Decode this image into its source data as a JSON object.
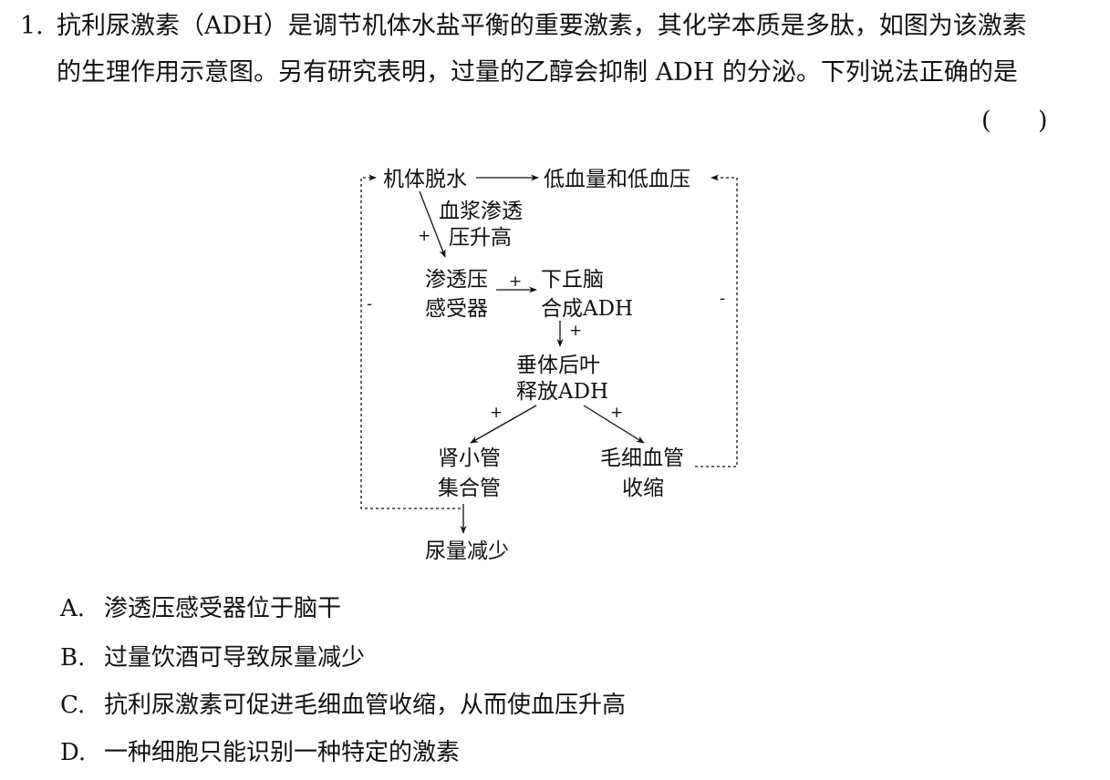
{
  "question": {
    "number": "1.",
    "stem_line1": "抗利尿激素（ADH）是调节机体水盐平衡的重要激素，其化学本质是多肽，如图为该激素",
    "stem_line2": "的生理作用示意图。另有研究表明，过量的乙醇会抑制 ADH 的分泌。下列说法正确的是",
    "answer_blank": "(      )"
  },
  "diagram": {
    "node_dehydration": "机体脱水",
    "node_low_volume": "低血量和低血压",
    "label_plasma_line1": "血浆渗透",
    "label_plasma_line2": "压升高",
    "node_receptor_line1": "渗透压",
    "node_receptor_line2": "感受器",
    "node_hypothalamus_line1": "下丘脑",
    "node_hypothalamus_line2": "合成ADH",
    "node_pituitary_line1": "垂体后叶",
    "node_pituitary_line2": "释放ADH",
    "node_kidney_line1": "肾小管",
    "node_kidney_line2": "集合管",
    "node_capillary_line1": "毛细血管",
    "node_capillary_line2": "收缩",
    "node_urine": "尿量减少",
    "sign_positive": "+",
    "sign_negative": "-"
  },
  "options": [
    {
      "letter": "A.",
      "text": "渗透压感受器位于脑干"
    },
    {
      "letter": "B.",
      "text": "过量饮酒可导致尿量减少"
    },
    {
      "letter": "C.",
      "text": "抗利尿激素可促进毛细血管收缩，从而使血压升高"
    },
    {
      "letter": "D.",
      "text": "一种细胞只能识别一种特定的激素"
    }
  ]
}
